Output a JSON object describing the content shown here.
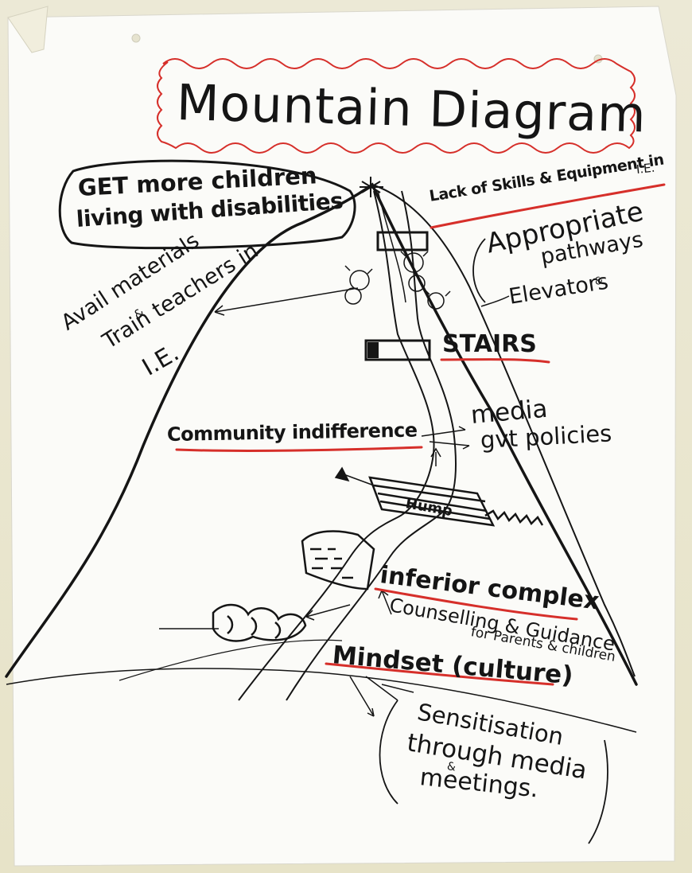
{
  "title": "Mountain Diagram",
  "labels": {
    "goal_line1": "GET more children",
    "goal_line2": "living with disabilities",
    "lack_skills": "Lack of Skills & Equipment in",
    "lack_skills_ie": "I.E.",
    "appropriate": "Appropriate",
    "pathways": "pathways",
    "and1": "&",
    "elevators": "Elevators",
    "avail_materials": "Avail materials",
    "and2": "&",
    "train_teachers": "Train teachers in",
    "ie": "I.E.",
    "stairs": "STAIRS",
    "community": "Community indifference",
    "media": "media",
    "gvt_policies": "gvt policies",
    "hump": "Hump",
    "inferior": "inferior complex",
    "counselling": "Counselling & Guidance",
    "for_parents": "for Parents & children",
    "mindset": "Mindset (culture)",
    "sensitisation": "Sensitisation",
    "through_media": "through media",
    "and3": "&",
    "meetings": "meetings."
  },
  "colors": {
    "ink": "#151515",
    "red": "#d62f2a",
    "paper": "#fbfbf8",
    "wall": "#e9e6cf"
  }
}
